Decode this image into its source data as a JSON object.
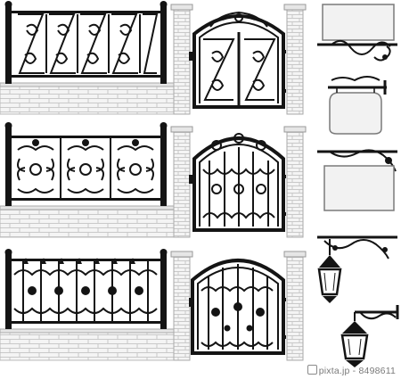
{
  "watermark": {
    "site": "pixta.jp",
    "separator": " - ",
    "id": "8498611"
  },
  "colors": {
    "iron": "#141414",
    "brick_fill": "#f4f4f4",
    "brick_mortar": "#c9c9c9",
    "sign_fill": "#f2f2f2",
    "sign_border": "#7a7a7a",
    "watermark_text": "#7a7a7a"
  },
  "collection": {
    "rows": [
      {
        "row": "scroll-zigzag",
        "fence": "zigzag-scroll-fence",
        "gate": "arched-zigzag-gate"
      },
      {
        "row": "circle-scroll",
        "fence": "circle-scroll-fence",
        "gate": "domed-circle-gate"
      },
      {
        "row": "flower-lattice",
        "fence": "flower-lattice-fence",
        "gate": "domed-flower-gate"
      }
    ],
    "signboards": [
      "rectangular-hanging-sign",
      "rounded-bracket-sign",
      "square-bracket-sign",
      "scroll-bracket-empty"
    ],
    "lanterns": [
      "hanging-lantern",
      "bracket-lantern"
    ]
  }
}
